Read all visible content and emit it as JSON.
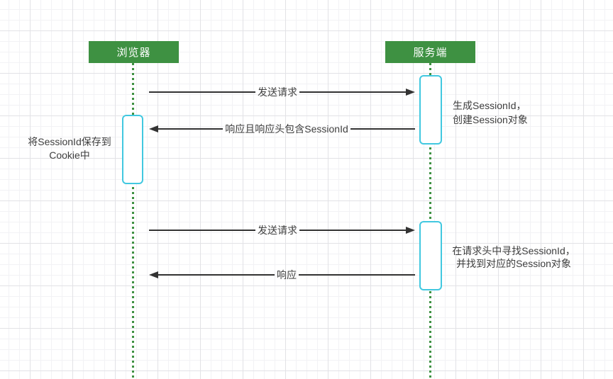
{
  "diagram": {
    "type": "sequence-diagram",
    "actors": [
      {
        "id": "browser",
        "label": "浏览器"
      },
      {
        "id": "server",
        "label": "服务端"
      }
    ],
    "messages": [
      {
        "label": "发送请求",
        "direction": "right"
      },
      {
        "label": "响应且响应头包含SessionId",
        "direction": "left"
      },
      {
        "label": "发送请求",
        "direction": "right"
      },
      {
        "label": "响应",
        "direction": "left"
      }
    ],
    "notes": [
      {
        "position": "left-of-browser",
        "lines": [
          "将SessionId保存到",
          "Cookie中"
        ]
      },
      {
        "position": "right-of-server",
        "lines": [
          "生成SessionId，",
          "创建Session对象"
        ]
      },
      {
        "position": "right-of-server",
        "lines": [
          "在请求头中寻找SessionId，",
          "并找到对应的Session对象"
        ]
      }
    ],
    "colors": {
      "actor_fill": "#3e9142",
      "actor_text": "#ffffff",
      "lifeline": "#3e9142",
      "activation_border": "#41c8e0",
      "activation_fill": "#ffffff",
      "arrow": "#333333",
      "label_text": "#3e3e3e",
      "grid_minor": "#f2f2f5",
      "grid_major": "#e2e2e6"
    }
  }
}
